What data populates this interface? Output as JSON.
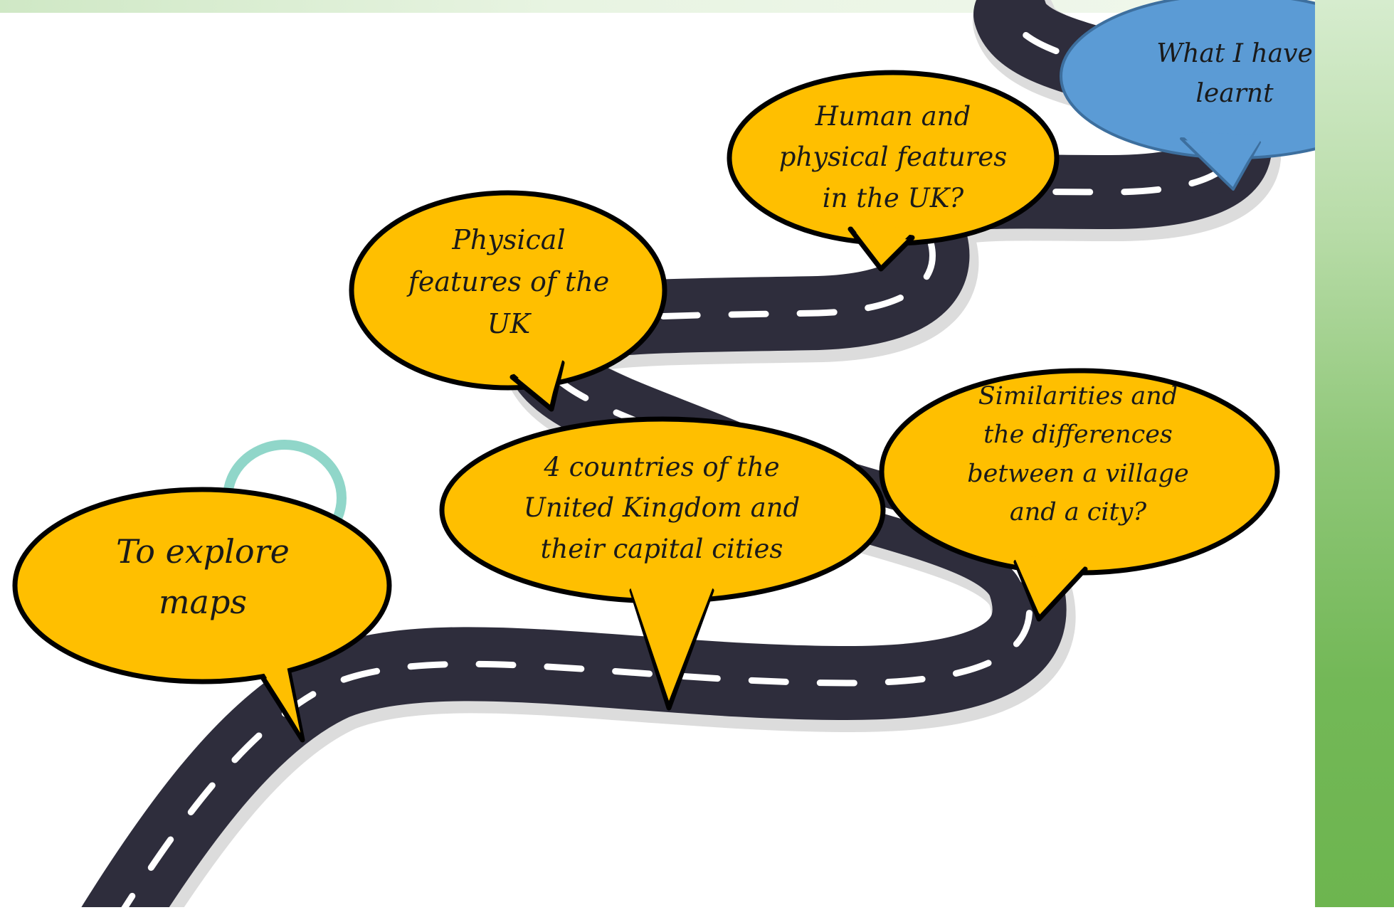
{
  "roadmap": {
    "colors": {
      "road": "#2e2d3c",
      "road_edge": "#dcdcdc",
      "dash": "#ffffff",
      "bubble_main": "#ffbf00",
      "bubble_final": "#5b9bd5",
      "bubble_outline": "#000000",
      "panel_green": "#6db54f"
    },
    "steps": [
      {
        "id": "step-1",
        "text": "To explore\nmaps"
      },
      {
        "id": "step-2",
        "text": "4 countries of the\nUnited Kingdom and\ntheir capital cities"
      },
      {
        "id": "step-3",
        "text": "Physical\nfeatures of the\nUK"
      },
      {
        "id": "step-4",
        "text": "Human and\nphysical features\nin the UK?"
      },
      {
        "id": "step-5",
        "text": "Similarities and\nthe differences\nbetween a village\nand a city?"
      }
    ],
    "goal": {
      "text": "What I have\nlearnt"
    }
  }
}
